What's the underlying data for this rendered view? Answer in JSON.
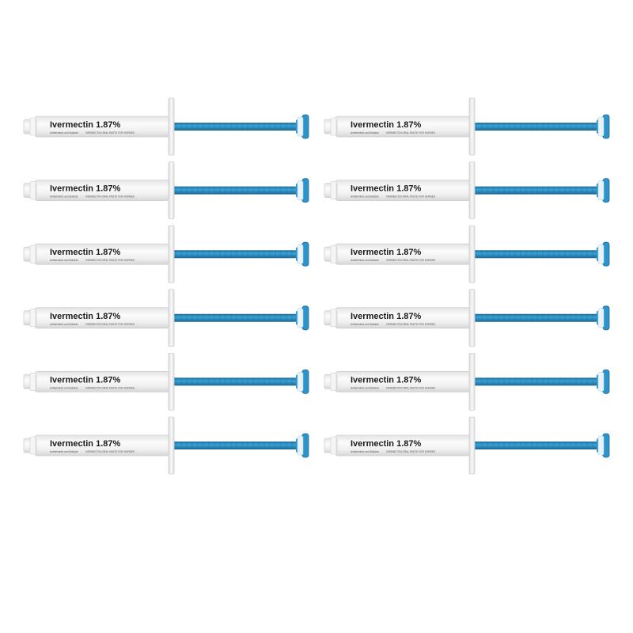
{
  "product": {
    "label": "Ivermectin 1.87%",
    "fine_print_line_1": "Anthelmintic and Boticide",
    "fine_print_line_2": "IVERMECTIN ORAL PASTE FOR HORSES"
  },
  "layout": {
    "rows": 6,
    "columns": 2
  },
  "colors": {
    "plunger": "#2d93c9",
    "plunger_dark": "#1f6f9c",
    "barrel": "#f1f1f1",
    "barrel_edge": "#cfcfcf",
    "background": "#ffffff"
  }
}
